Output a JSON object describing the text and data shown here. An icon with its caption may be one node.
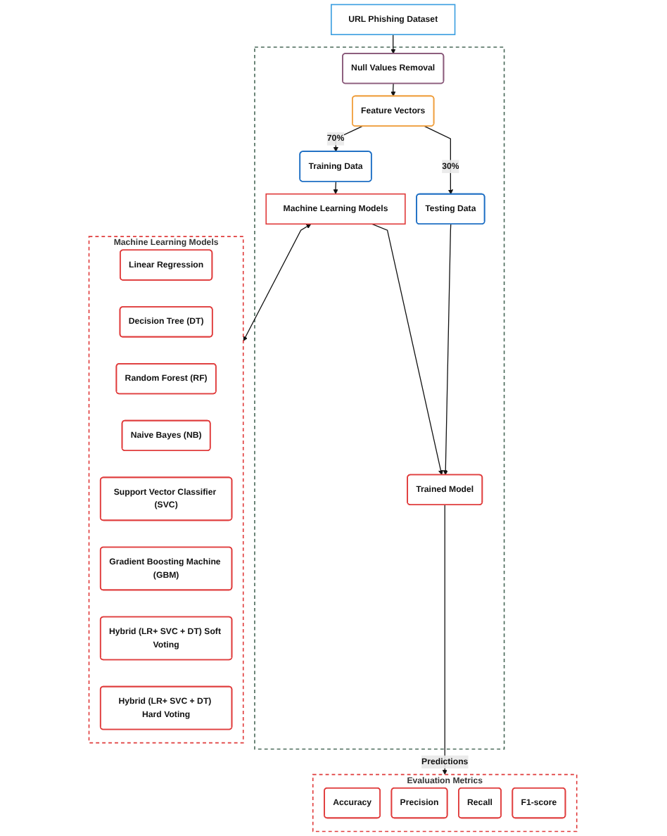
{
  "diagram": {
    "nodes": [
      {
        "text": [
          "URL Phishing Dataset"
        ]
      },
      {
        "text": [],
        "shape": "box"
      },
      {
        "text": [
          "Null Values Removal"
        ],
        "in": 1
      },
      {
        "text": [
          "Feature Vectors"
        ],
        "in": 1
      },
      {
        "text": [
          "Training Data"
        ],
        "in": 1
      },
      {
        "text": [
          "Testing Data"
        ],
        "in": 1
      },
      {
        "text": [
          "Machine Learning Models"
        ],
        "in": 1
      },
      {
        "text": [
          "Trained Model"
        ],
        "in": 1
      },
      {
        "text": [
          "Machine Learning Models"
        ]
      },
      {
        "text": [
          "Linear Regression"
        ],
        "in": 8
      },
      {
        "text": [
          "Decision Tree (DT)"
        ],
        "in": 8
      },
      {
        "text": [
          "Random Forest (RF)"
        ],
        "in": 8
      },
      {
        "text": [
          "Naive Bayes (NB)"
        ],
        "in": 8
      },
      {
        "text": [
          "Support Vector Classifier (SVC)"
        ],
        "in": 8
      },
      {
        "text": [
          "Gradient Boosting Machine (GBM)"
        ],
        "in": 8
      },
      {
        "text": [
          "Hybrid (LR+ SVC + DT) Soft Voting"
        ],
        "in": 8
      },
      {
        "text": [
          "Hybrid (LR+ SVC + DT) Hard Voting"
        ],
        "in": 8
      },
      {
        "text": [
          "Evaluation Metrics"
        ]
      },
      {
        "text": [
          "Accuracy"
        ],
        "in": 17
      },
      {
        "text": [
          "Precision"
        ],
        "in": 17
      },
      {
        "text": [
          "Recall"
        ],
        "in": 17
      },
      {
        "text": [
          "F1-score"
        ],
        "in": 17
      }
    ],
    "edges": [
      {
        "from": 0,
        "to": 2,
        "arrow": "to"
      },
      {
        "from": 2,
        "to": 3,
        "arrow": "to"
      },
      {
        "from": 3,
        "to": 4,
        "arrow": "to",
        "label": "70%"
      },
      {
        "from": 3,
        "to": 5,
        "arrow": "to",
        "label": "30%"
      },
      {
        "from": 4,
        "to": 6,
        "arrow": "to"
      },
      {
        "from": 5,
        "to": 7,
        "arrow": "to"
      },
      {
        "from": 6,
        "to": 8,
        "arrow": "both"
      },
      {
        "from": 6,
        "to": 7,
        "arrow": "to"
      },
      {
        "from": 7,
        "to": 17,
        "arrow": "to",
        "label": "Predictions"
      }
    ]
  }
}
